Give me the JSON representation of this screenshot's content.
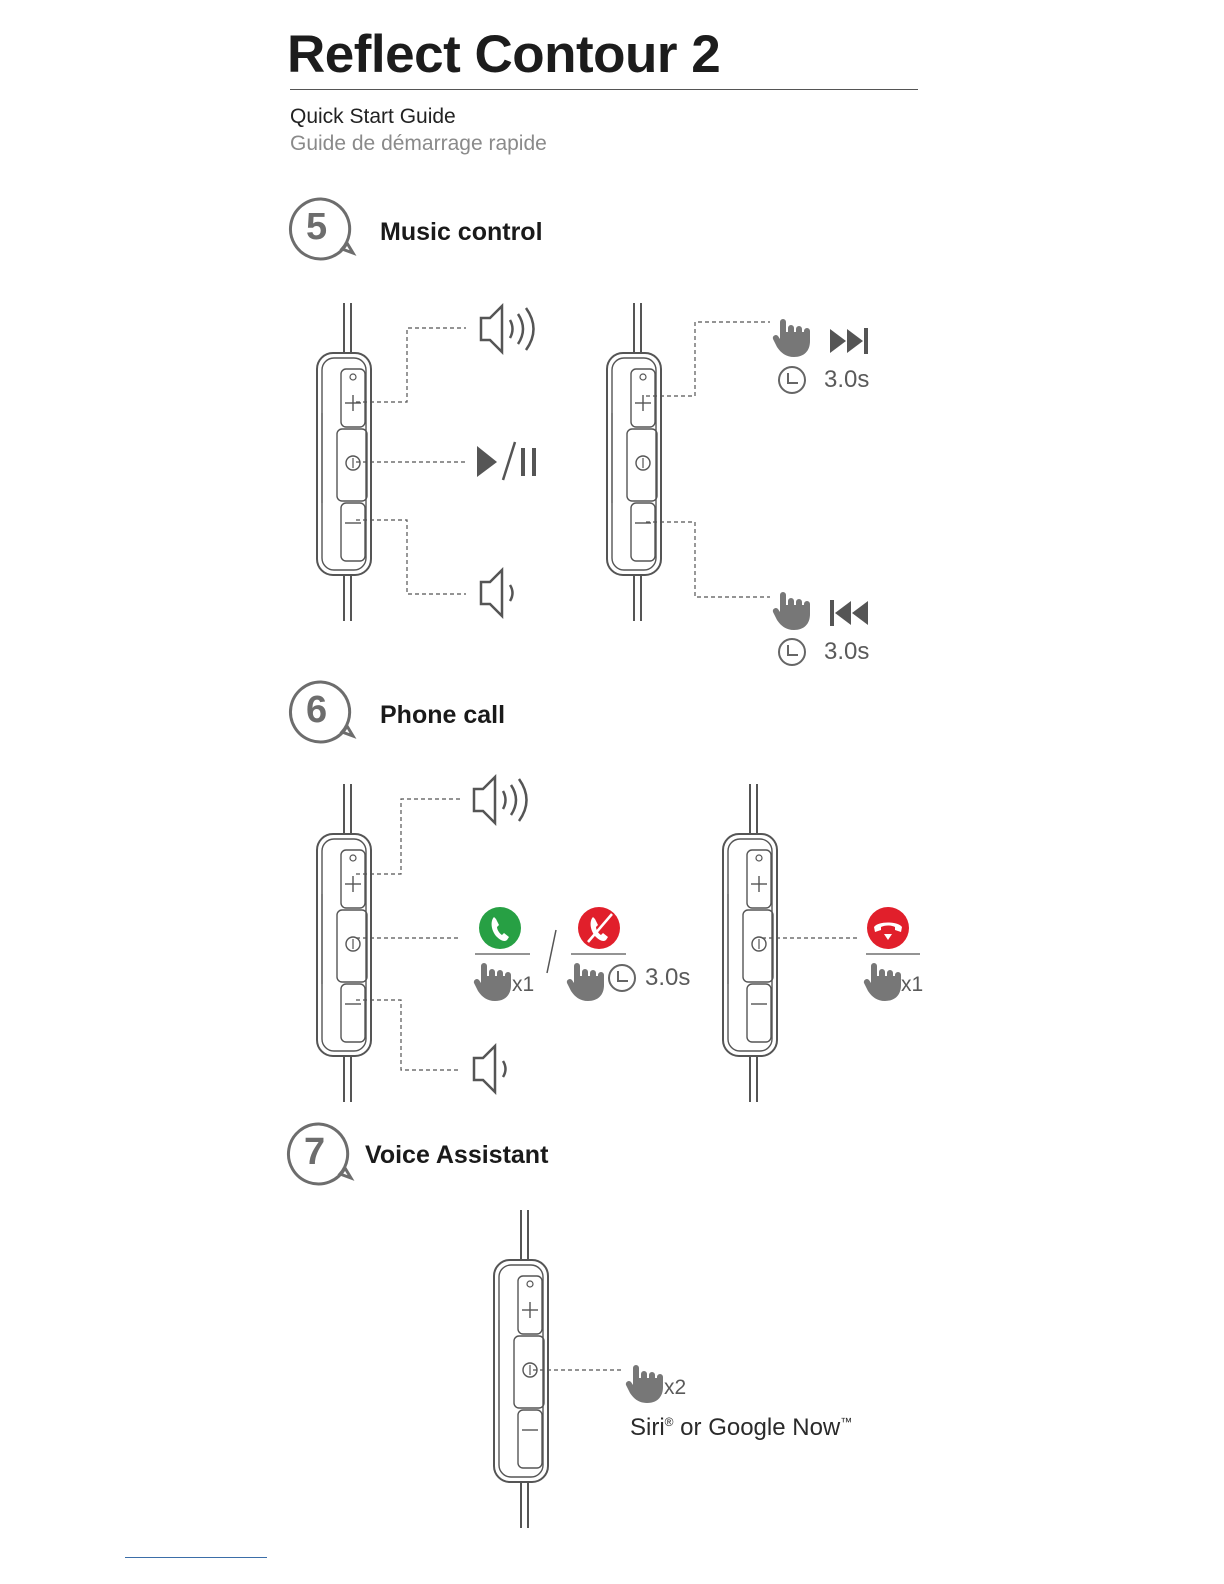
{
  "header": {
    "title": "Reflect Contour 2",
    "subtitle_en": "Quick Start Guide",
    "subtitle_fr": "Guide de démarrage rapide"
  },
  "sections": [
    {
      "number": "5",
      "heading": "Music control"
    },
    {
      "number": "6",
      "heading": "Phone call"
    },
    {
      "number": "7",
      "heading": "Voice Assistant"
    }
  ],
  "music": {
    "next_hold": "3.0s",
    "prev_hold": "3.0s"
  },
  "phone": {
    "answer_presses": "x1",
    "reject_hold": "3.0s",
    "end_presses": "x1"
  },
  "voice": {
    "presses": "x2",
    "assistant_label_siri": "Siri",
    "assistant_reg": "®",
    "assistant_label_or": " or Google Now",
    "assistant_tm": "™"
  },
  "colors": {
    "answer_green": "#27a044",
    "reject_red": "#e11f2b",
    "icon_gray": "#777777",
    "line_gray": "#555555"
  },
  "icons": [
    "volume-up-icon",
    "play-pause-icon",
    "volume-down-icon",
    "hand-press-icon",
    "skip-next-icon",
    "skip-previous-icon",
    "clock-icon",
    "answer-call-icon",
    "reject-call-icon",
    "end-call-icon"
  ]
}
